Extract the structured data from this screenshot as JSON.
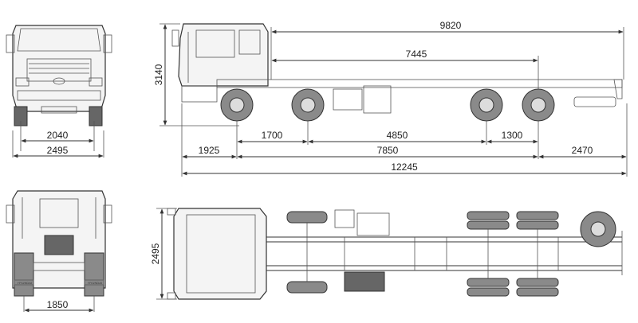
{
  "dimensions": {
    "front_track": "2040",
    "front_width": "2495",
    "rear_track": "1850",
    "height": "3140",
    "load_length": "9820",
    "cab_to_rear_axle": "7445",
    "axle_spacing_1": "1700",
    "axle_spacing_2": "4850",
    "axle_spacing_3": "1300",
    "front_overhang": "1925",
    "wheelbase": "7850",
    "rear_overhang": "2470",
    "overall_length": "12245",
    "top_width": "2495"
  },
  "brand_badge": "HYUNDAI"
}
